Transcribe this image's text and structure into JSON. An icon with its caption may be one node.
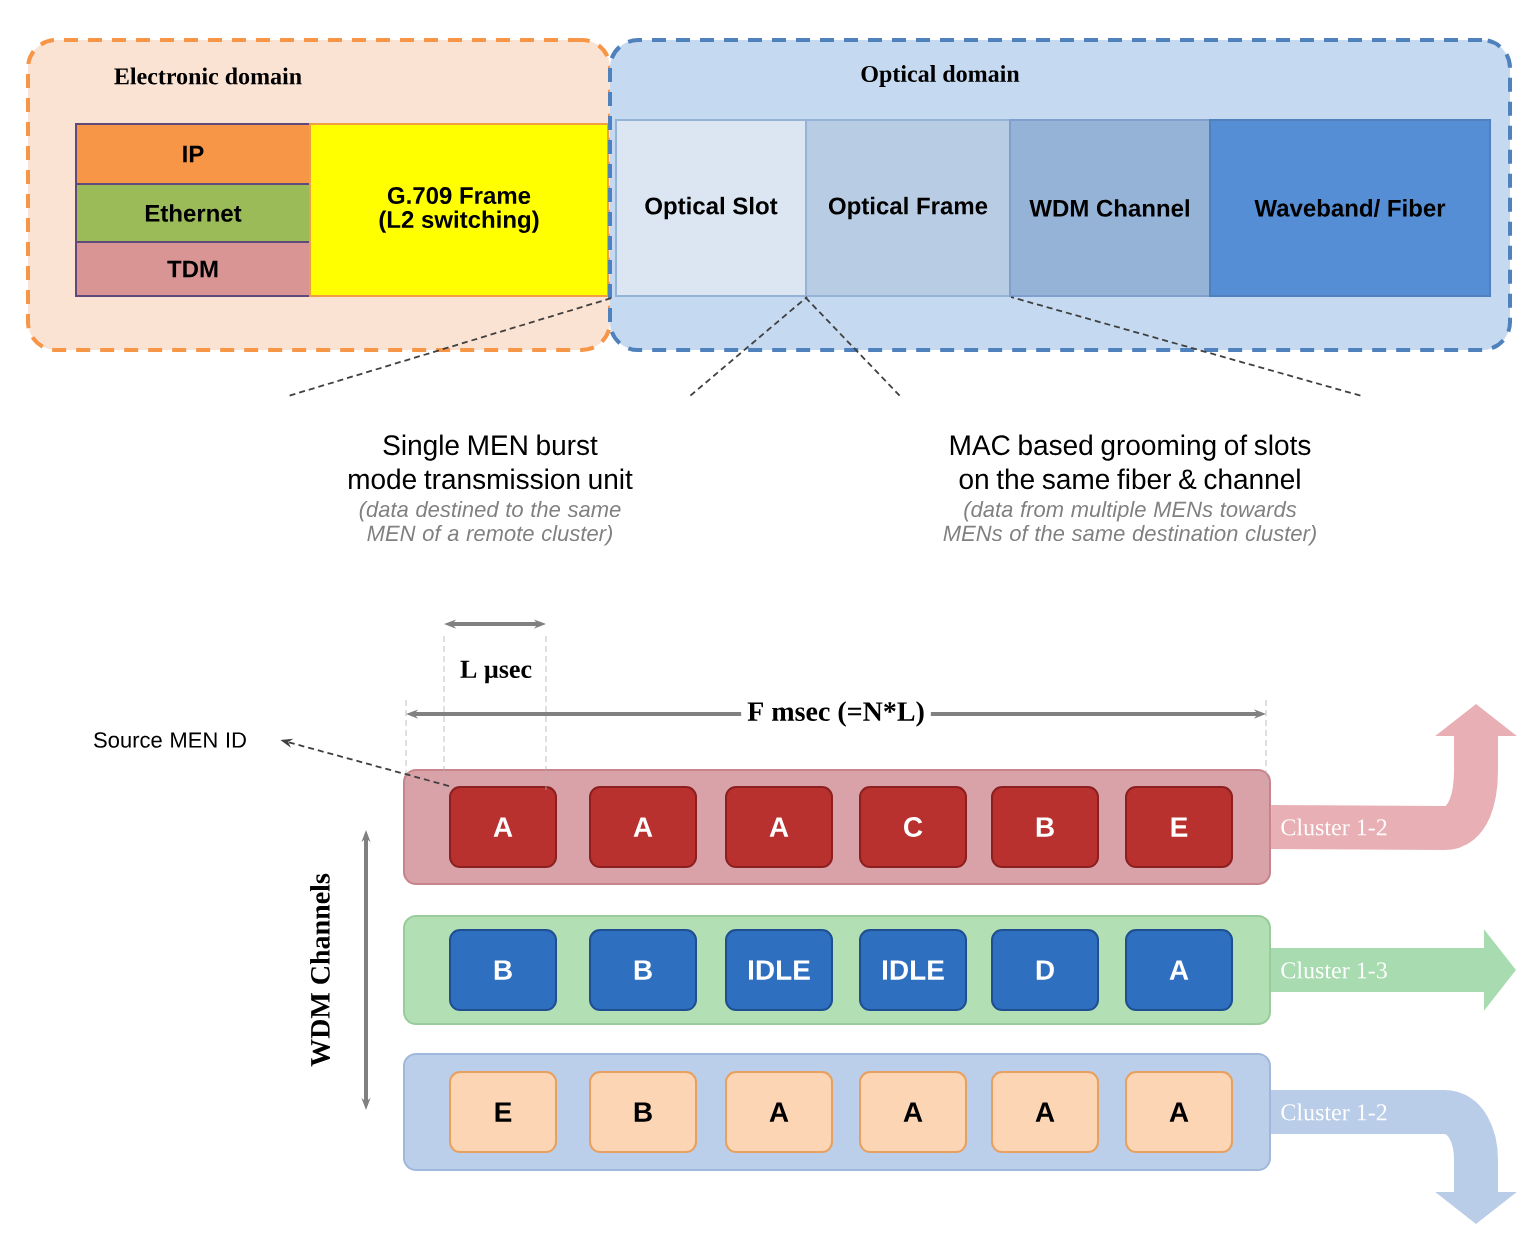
{
  "diagram": {
    "nodes": [
      {
        "text": [
          "Electronic domain"
        ]
      },
      {
        "text": [
          "IP"
        ],
        "in": 0
      },
      {
        "text": [
          "Ethernet"
        ],
        "in": 0
      },
      {
        "text": [
          "TDM"
        ],
        "in": 0
      },
      {
        "text": [
          "G.709 Frame (L2 switching)"
        ],
        "in": 0
      },
      {
        "text": [
          "Optical domain"
        ]
      },
      {
        "text": [
          "Optical Slot"
        ],
        "in": 5
      },
      {
        "text": [
          "Optical Frame"
        ],
        "in": 5
      },
      {
        "text": [
          "WDM Channel"
        ],
        "in": 5
      },
      {
        "text": [
          "Waveband/ Fiber"
        ],
        "in": 5
      },
      {
        "text": [
          "Single MEN burst mode transmission unit",
          "(data destined to the same MEN of a remote cluster)"
        ]
      },
      {
        "text": [
          "MAC based grooming of slots on the same fiber & channel",
          "(data from multiple MENs towards MENs of the same destination cluster)"
        ]
      },
      {
        "text": [
          "Source MEN ID"
        ]
      },
      {
        "text": [],
        "shape": "bar"
      },
      {
        "text": [
          "A"
        ],
        "in": 13
      },
      {
        "text": [
          "A"
        ],
        "in": 13
      },
      {
        "text": [
          "A"
        ],
        "in": 13
      },
      {
        "text": [
          "C"
        ],
        "in": 13
      },
      {
        "text": [
          "B"
        ],
        "in": 13
      },
      {
        "text": [
          "E"
        ],
        "in": 13
      },
      {
        "text": [],
        "shape": "bar"
      },
      {
        "text": [
          "B"
        ],
        "in": 20
      },
      {
        "text": [
          "B"
        ],
        "in": 20
      },
      {
        "text": [
          "IDLE"
        ],
        "in": 20
      },
      {
        "text": [
          "IDLE"
        ],
        "in": 20
      },
      {
        "text": [
          "D"
        ],
        "in": 20
      },
      {
        "text": [
          "A"
        ],
        "in": 20
      },
      {
        "text": [],
        "shape": "bar"
      },
      {
        "text": [
          "E"
        ],
        "in": 27
      },
      {
        "text": [
          "B"
        ],
        "in": 27
      },
      {
        "text": [
          "A"
        ],
        "in": 27
      },
      {
        "text": [
          "A"
        ],
        "in": 27
      },
      {
        "text": [
          "A"
        ],
        "in": 27
      },
      {
        "text": [
          "A"
        ],
        "in": 27
      }
    ],
    "edges": [
      {
        "from": 10,
        "to": 6,
        "arrow": "none",
        "style": "dashed"
      },
      {
        "from": 10,
        "to": 6,
        "arrow": "none",
        "style": "dashed"
      },
      {
        "from": 11,
        "to": 7,
        "arrow": "none",
        "style": "dashed"
      },
      {
        "from": 11,
        "to": 7,
        "arrow": "none",
        "style": "dashed"
      },
      {
        "from": 14,
        "to": 12,
        "arrow": "to",
        "style": "dashed"
      },
      {
        "from": 13,
        "to": null,
        "arrow": "to",
        "label": "Cluster 1-2",
        "style": "thick",
        "color": "#e8b0b5"
      },
      {
        "from": 20,
        "to": null,
        "arrow": "to",
        "label": "Cluster 1-3",
        "style": "thick",
        "color": "#a8dcb0"
      },
      {
        "from": 27,
        "to": null,
        "arrow": "to",
        "label": "Cluster 1-2",
        "style": "thick",
        "color": "#b9cde8"
      }
    ],
    "labels": [
      "L µsec",
      "F msec (=N*L)",
      "WDM Channels"
    ]
  }
}
